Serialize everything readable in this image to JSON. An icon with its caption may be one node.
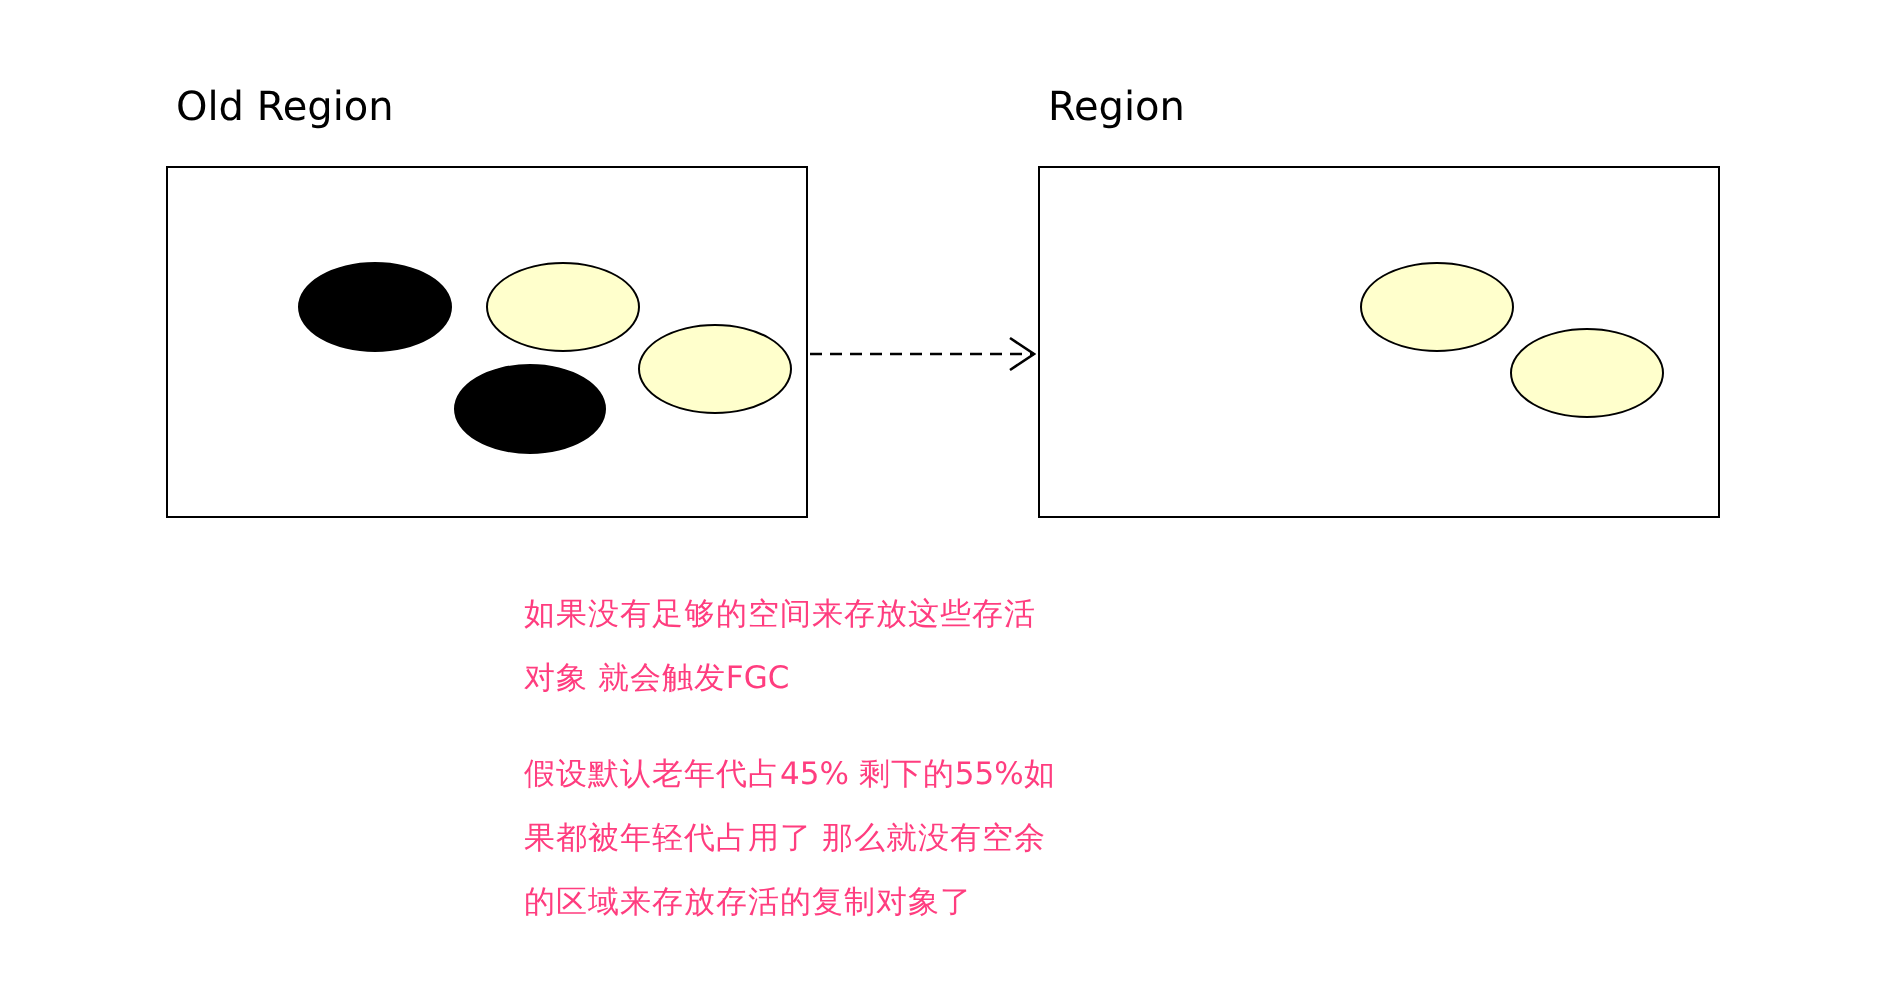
{
  "diagram": {
    "nodes": [
      {
        "text": [
          "Old Region"
        ]
      },
      {
        "text": [],
        "shape": "circle",
        "in": 0
      },
      {
        "text": [],
        "shape": "circle",
        "in": 0
      },
      {
        "text": [],
        "shape": "circle",
        "in": 0
      },
      {
        "text": [],
        "shape": "circle",
        "in": 0
      },
      {
        "text": [
          "Region"
        ]
      },
      {
        "text": [],
        "shape": "circle",
        "in": 5
      },
      {
        "text": [],
        "shape": "circle",
        "in": 5
      }
    ],
    "edges": [
      {
        "from": 0,
        "to": 5,
        "arrow": "to",
        "style": "dashed"
      }
    ],
    "labels": [
      "如果没有足够的空间来存放这些存活对象 就会触发FGC",
      "假设默认老年代占45% 剩下的55%如果都被年轻代占用了 那么就没有空余的区域来存放存活的复制对象了"
    ]
  }
}
